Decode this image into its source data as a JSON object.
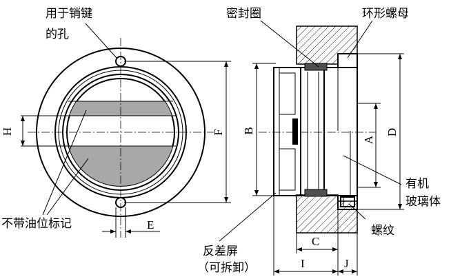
{
  "labels": {
    "pin_hole_line1": "用于销键",
    "pin_hole_line2": "的孔",
    "oil_mark": "不带油位标记",
    "seal_ring": "密封圈",
    "ring_nut": "环形螺母",
    "glass_line1": "有机",
    "glass_line2": "玻璃体",
    "thread": "螺纹",
    "reflector_line1": "反差屏",
    "reflector_line2": "（可拆卸）"
  },
  "dimensions": {
    "H": "H",
    "F": "F",
    "E": "E",
    "B": "B",
    "A": "A",
    "D": "D",
    "C": "C",
    "I": "I",
    "J": "J"
  },
  "colors": {
    "line": "#000000",
    "glass_fill": "#a8a8a8",
    "seal_fill": "#505050",
    "hatch": "#000000"
  }
}
